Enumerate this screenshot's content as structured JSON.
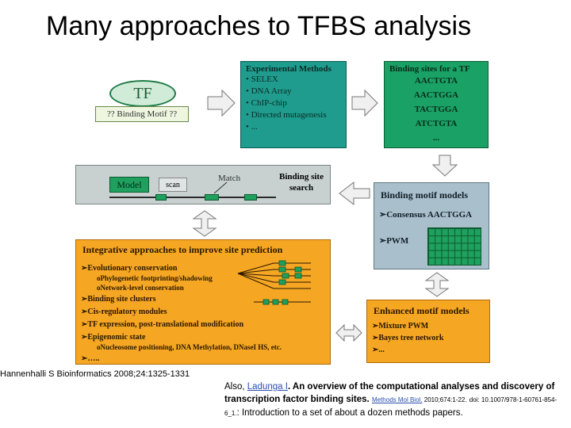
{
  "title": "Many approaches to TFBS analysis",
  "tf": {
    "label": "TF",
    "motif": "?? Binding Motif ??"
  },
  "experimental": {
    "heading": "Experimental Methods",
    "items": [
      "• SELEX",
      "• DNA Array",
      "• ChIP-chip",
      "• Directed mutagenesis",
      "• ..."
    ]
  },
  "sites": {
    "heading": "Binding sites for a TF",
    "seqs": [
      "AACTGTA",
      "AACTGGA",
      "TACTGGA",
      "ATCTGTA",
      "..."
    ]
  },
  "scan": {
    "model": "Model",
    "scan": "scan",
    "match": "Match",
    "search_line1": "Binding site",
    "search_line2": "search"
  },
  "motif_models": {
    "heading": "Binding motif models",
    "consensus": "➢Consensus AACTGGA",
    "pwm": "➢PWM"
  },
  "integrative": {
    "heading": "Integrative approaches to improve site prediction",
    "items": [
      "➢Evolutionary conservation",
      "oPhylogenetic footprinting/shadowing",
      "oNetwork-level conservation",
      "➢Binding site clusters",
      "➢Cis-regulatory modules",
      "➢TF expression, post-translational modification",
      "➢Epigenomic state",
      "oNucleosome positioning, DNA Methylation, DNaseI HS, etc.",
      "➢….."
    ]
  },
  "enhanced": {
    "heading": "Enhanced motif models",
    "items": [
      "➢Mixture PWM",
      "➢Bayes tree network",
      "➢..."
    ]
  },
  "citation_left": "Hannenhalli S Bioinformatics 2008;24:1325-1331",
  "citation_right": {
    "prefix": "Also, ",
    "author": "Ladunga I",
    "title": ". An overview of the computational analyses and discovery of transcription factor binding sites.",
    "journal": "Methods Mol Biol.",
    "volume": " 2010;674:1-22.",
    "doi": "doi: 10.1007/978-1-60761-854-6_1.",
    "note": ": Introduction to a set of about a dozen methods papers."
  },
  "colors": {
    "teal": "#1f9c8e",
    "green": "#1aa266",
    "orange": "#f5a623",
    "gray": "#c8d0d0",
    "bluegray": "#a9bfcb"
  }
}
